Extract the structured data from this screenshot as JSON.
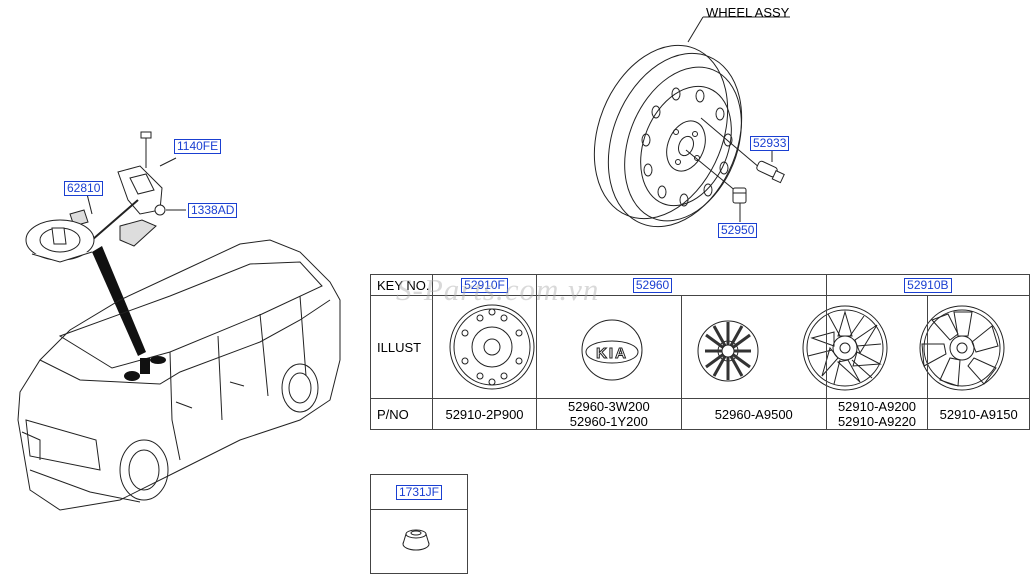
{
  "callouts": {
    "wheel_assy": "WHEEL ASSY",
    "part_52933": "52933",
    "part_52950": "52950",
    "part_1140FE": "1140FE",
    "part_62810": "62810",
    "part_1338AD": "1338AD"
  },
  "table": {
    "key_no_label": "KEY NO.",
    "illust_label": "ILLUST",
    "pno_label": "P/NO",
    "key_groups": [
      "52910F",
      "52960",
      "52910B"
    ],
    "part_numbers": [
      [
        "52910-2P900"
      ],
      [
        "52960-3W200",
        "52960-1Y200"
      ],
      [
        "52960-A9500"
      ],
      [
        "52910-A9200",
        "52910-A9220"
      ],
      [
        "52910-A9150"
      ]
    ],
    "hub_cap_logo": "KIA"
  },
  "clip_box": {
    "key": "1731JF"
  },
  "watermark": "S-Parts.com.vn",
  "colors": {
    "callout": "#1a3fd1",
    "line": "#222222",
    "watermark": "#aaaaaa"
  }
}
